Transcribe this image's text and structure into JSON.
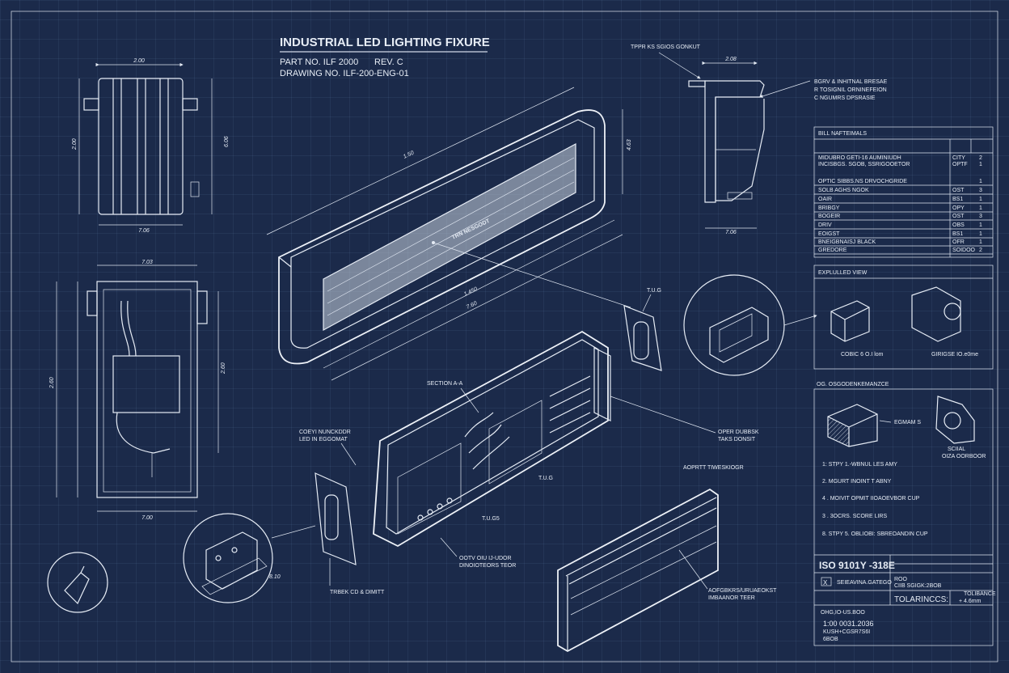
{
  "title": {
    "main": "INDUSTRIAL LED LIGHTING FIXURE",
    "part_no": "PART NO. ILF 2000",
    "rev": "REV. C",
    "drawing_no": "DRAWING NO. ILF-200-ENG-01"
  },
  "front_view": {
    "top": "2.00",
    "bottom": "7.06",
    "left": "2.00",
    "right": "6.06"
  },
  "section_view": {
    "top": "7.03",
    "bottom": "7.00",
    "left": "2.60",
    "right": "2.60"
  },
  "main_view": {
    "length": "1.50",
    "height": "4.63",
    "dim_a": "1.450",
    "dim_b": "7.60",
    "lens_label": "TRN NESGODT"
  },
  "side_view": {
    "top": "2.08",
    "bottom": "7.06",
    "callout_top": "TPPR KS SGIOS GONKUT",
    "callout_right": [
      "BGRV & INHITNAL BRESAE",
      "R TOSIGNIL ORNINEFEION",
      "C NGUMRS DPSRASIE"
    ]
  },
  "callouts": {
    "tug_1": "T.U.G",
    "section": "SECTION A-A",
    "led_left": [
      "COEYI NUNCKDDR",
      "LED IN EGGOMAT"
    ],
    "led_right": [
      "OPER DUBBSK",
      "TAKS DONSIT"
    ],
    "tug_2": "T.U.G",
    "tugs": "T.U.G5",
    "bottom_center": [
      "OOTV OIU IJ-UDOR",
      "DINOIOTEORS TEOR"
    ],
    "detail_dim": "8.10",
    "bottom_left": "TRBEK CD & DIMITT",
    "lens_top": "AOPRTT TIWESKIOGR",
    "lens_bottom": [
      "AOFGBKRS/URUAEOKST",
      "IMBAANOR TEER"
    ]
  },
  "bom": {
    "title": "BILL NAFTEIMALS",
    "rows": [
      {
        "item": "MIDUBRO   GETI-16 AUMINIUDH",
        "qty": "CITY",
        "n": "2"
      },
      {
        "item": "INCISBGS. SGOB, SSRIGOOETOR",
        "qty": "OPTF",
        "n": "1"
      },
      {
        "item": "OPTIC SIBBS.NS  DRVOCHGRIDE",
        "qty": "",
        "n": "1"
      },
      {
        "item": "SOLB AGHS  NGOK",
        "qty": "OST",
        "n": "3"
      },
      {
        "item": "OAIR",
        "qty": "BS1",
        "n": "1"
      },
      {
        "item": "BRIBGY",
        "qty": "OPY",
        "n": "1"
      },
      {
        "item": "BOGEIR",
        "qty": "OST",
        "n": "3"
      },
      {
        "item": "DRIV",
        "qty": "OBS",
        "n": "1"
      },
      {
        "item": "EOIGST",
        "qty": "BS1",
        "n": "1"
      },
      {
        "item": "BNEIGBNAISJ BLACK",
        "qty": "OFR",
        "n": "1"
      },
      {
        "item": "GREDORE",
        "qty": "SOIDOO",
        "n": "2"
      }
    ]
  },
  "exploded": {
    "title": "EXPLULLED VIEW",
    "left_label": "COBIC 6 O.I lom",
    "right_label": "GIRIGSE IO.e0me"
  },
  "assembly": {
    "title": "OG. OSGODENKEMANZCE",
    "fig_label": "EGMAM S",
    "fig_label2": [
      "SCIIAL",
      "OIZA OORBOOR"
    ],
    "steps": [
      "1:  STPY 1.-WBNUL LES AMY",
      "2.  MGURT  INOINT T ABNY",
      "4 .  MOIVIT  OPMIT IIOAOEVBOR CUP",
      "3 .  3OCRS. SCORE  LIRS",
      "8.  STPY  5.  OBLIOBI:  SBREOANDIN  CUP"
    ]
  },
  "title_block": {
    "standard": "ISO 9101Y -318E",
    "check_label": "SEIEAVINA.GATEGO",
    "info1": "ROO",
    "info2": "CIIB  SGIGK:2BOB",
    "tolerances": "TOLARINCCS:",
    "tol_sub": "TOLIBANCE",
    "tol_value": "+ 4.6mm",
    "footer_small": "OHG,IO-US.BOO",
    "footer_1": "1:00 0031.2036",
    "footer_2": "KUSH+CGSR7S6I",
    "footer_3": "6BOB"
  }
}
